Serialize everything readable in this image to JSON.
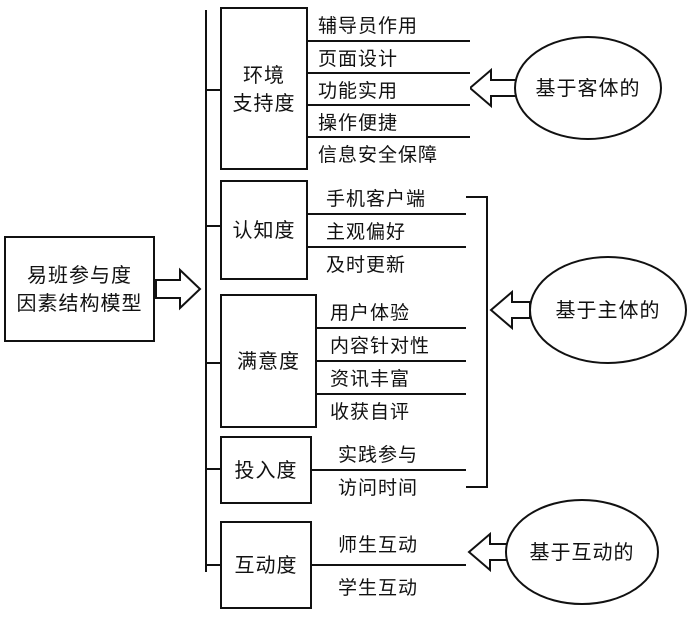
{
  "root": {
    "line1": "易班参与度",
    "line2": "因素结构模型"
  },
  "groups": [
    {
      "line1": "环境",
      "line2": "支持度",
      "items": [
        "辅导员作用",
        "页面设计",
        "功能实用",
        "操作便捷",
        "信息安全保障"
      ]
    },
    {
      "line1": "认知度",
      "line2": "",
      "items": [
        "手机客户端",
        "主观偏好",
        "及时更新"
      ]
    },
    {
      "line1": "满意度",
      "line2": "",
      "items": [
        "用户体验",
        "内容针对性",
        "资讯丰富",
        "收获自评"
      ]
    },
    {
      "line1": "投入度",
      "line2": "",
      "items": [
        "实践参与",
        "访问时间"
      ]
    },
    {
      "line1": "互动度",
      "line2": "",
      "items": [
        "师生互动",
        "学生互动"
      ]
    }
  ],
  "factors": [
    "基于客体的",
    "基于主体的",
    "基于互动的"
  ]
}
